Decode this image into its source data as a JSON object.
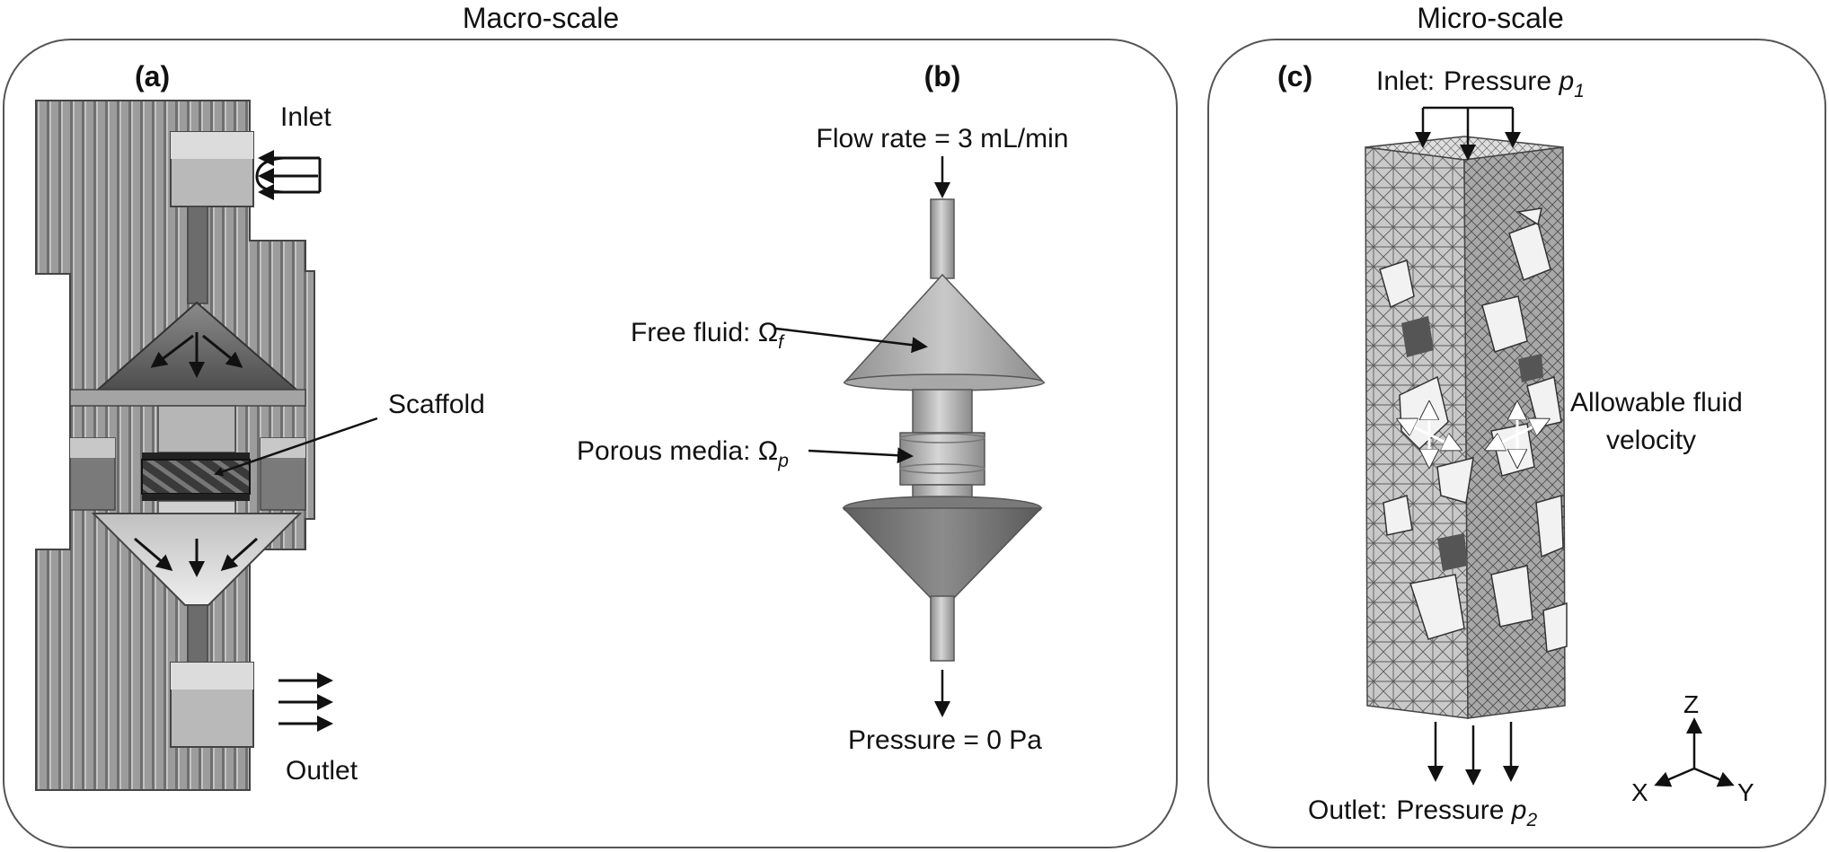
{
  "headings": {
    "macro": "Macro-scale",
    "micro": "Micro-scale"
  },
  "panel_a": {
    "tag": "(a)",
    "inlet": "Inlet",
    "scaffold": "Scaffold",
    "outlet": "Outlet"
  },
  "panel_b": {
    "tag": "(b)",
    "flow_rate": "Flow rate = 3 mL/min",
    "free_fluid": "Free fluid: Ω",
    "free_fluid_sub": "f",
    "porous_media": "Porous media: Ω",
    "porous_media_sub": "p",
    "pressure": "Pressure = 0 Pa"
  },
  "panel_c": {
    "tag": "(c)",
    "inlet_prefix": "Inlet:",
    "inlet_pressure": "Pressure ",
    "inlet_var": "p",
    "inlet_sub": "1",
    "velocity_line1": "Allowable fluid",
    "velocity_line2": "velocity",
    "outlet_prefix": "Outlet:",
    "outlet_pressure": "Pressure ",
    "outlet_var": "p",
    "outlet_sub": "2",
    "axis_z": "Z",
    "axis_x": "X",
    "axis_y": "Y"
  }
}
